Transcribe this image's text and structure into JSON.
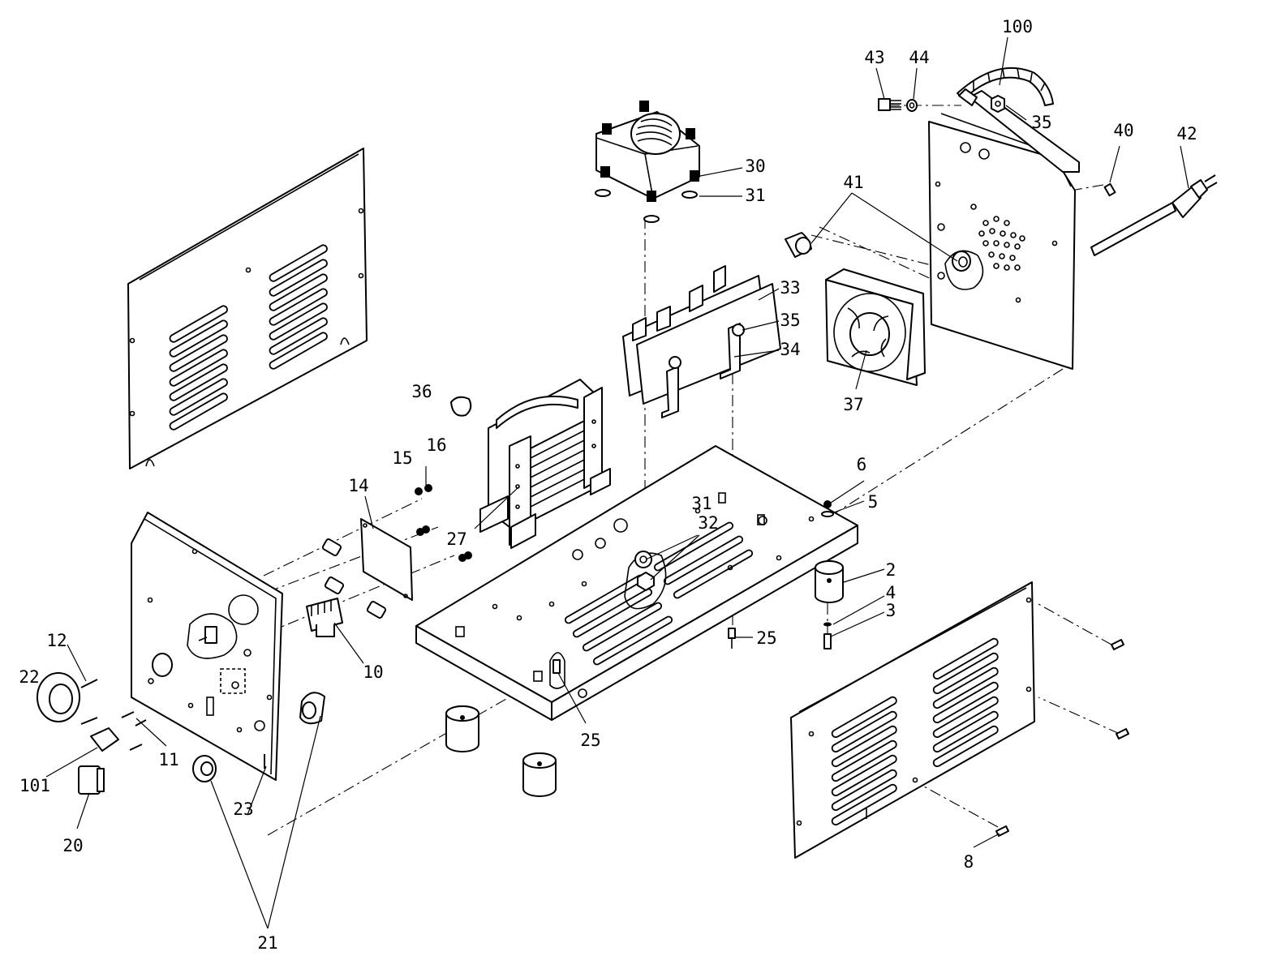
{
  "diagram": {
    "labels": {
      "p100": "100",
      "p43": "43",
      "p44": "44",
      "p35a": "35",
      "p40": "40",
      "p42": "42",
      "p30": "30",
      "p31a": "31",
      "p41": "41",
      "p33": "33",
      "p35b": "35",
      "p34": "34",
      "p37": "37",
      "p36": "36",
      "p16": "16",
      "p15": "15",
      "p14": "14",
      "p27": "27",
      "p31b": "31",
      "p32": "32",
      "p6": "6",
      "p5": "5",
      "p2": "2",
      "p4": "4",
      "p3": "3",
      "p25a": "25",
      "p25b": "25",
      "p12": "12",
      "p22": "22",
      "p10": "10",
      "p11": "11",
      "p101": "101",
      "p23": "23",
      "p20": "20",
      "p21": "21",
      "p8": "8"
    },
    "colors": {
      "line": "#000000",
      "background": "#ffffff"
    }
  }
}
